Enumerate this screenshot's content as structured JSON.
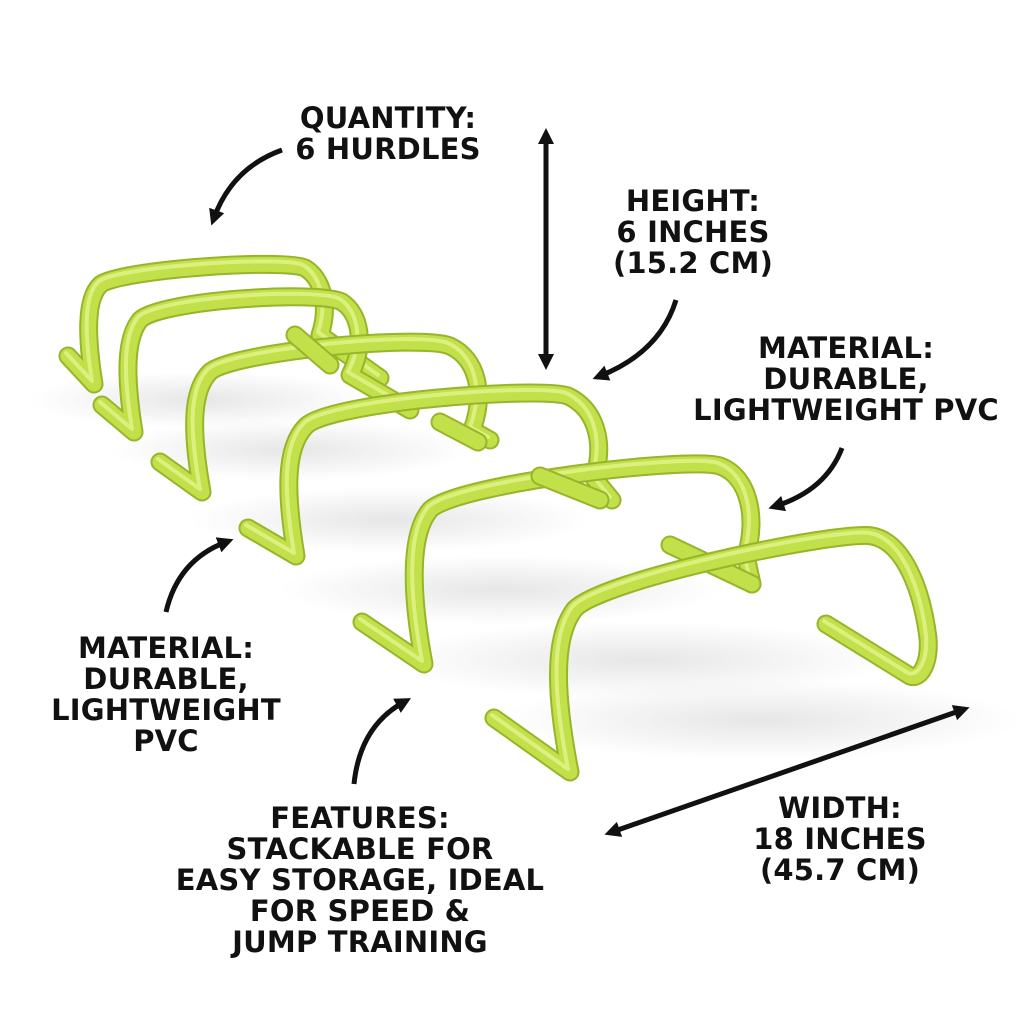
{
  "callouts": {
    "quantity": {
      "lines": [
        "QUANTITY:",
        "6 HURDLES"
      ]
    },
    "height": {
      "lines": [
        "HEIGHT:",
        "6 INCHES",
        "(15.2 CM)"
      ]
    },
    "material_right": {
      "lines": [
        "MATERIAL:",
        "DURABLE,",
        "LIGHTWEIGHT PVC"
      ]
    },
    "material_left": {
      "lines": [
        "MATERIAL:",
        "DURABLE,",
        "LIGHTWEIGHT",
        "PVC"
      ]
    },
    "features": {
      "lines": [
        "FEATURES:",
        "STACKABLE FOR",
        "EASY STORAGE, IDEAL",
        "FOR SPEED &",
        "JUMP TRAINING"
      ]
    },
    "width": {
      "lines": [
        "WIDTH:",
        "18 INCHES",
        "(45.7 CM)"
      ]
    }
  },
  "colors": {
    "hurdle": "#c2e04a",
    "hurdle_light": "#dff285",
    "hurdle_dark": "#97b52a",
    "text": "#111111",
    "arrow": "#111111",
    "background": "#ffffff"
  },
  "product": {
    "hurdle_count": 6
  },
  "icons": {
    "dimension_arrow": "double-headed-arrow",
    "pointer_arrow": "curved-arrow"
  }
}
